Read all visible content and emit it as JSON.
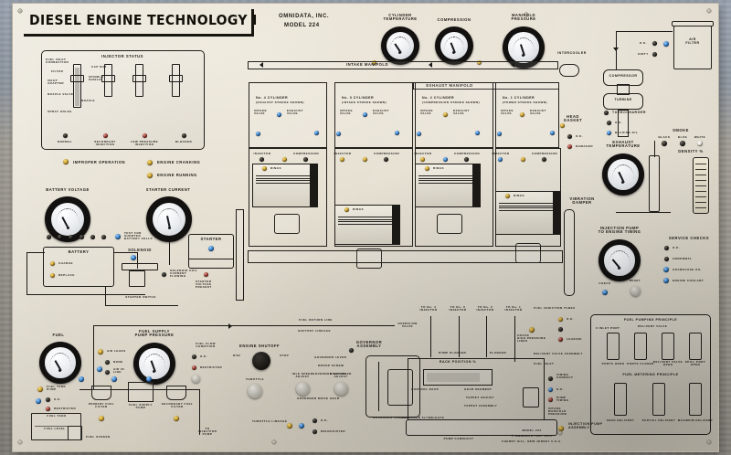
{
  "board": {
    "title": "DIESEL ENGINE TECHNOLOGY I",
    "maker": "OMNIDATA, INC.",
    "model": "MODEL 224",
    "footer_model": "MODEL 224",
    "footer_copyright": "© OMNIDATA, INC. 1975",
    "footer_address": "CHERRY HILL, NEW JERSEY U.S.A."
  },
  "top_gauges": [
    {
      "label": "CYLINDER\nTEMPERATURE",
      "name": "cylinder-temperature-gauge"
    },
    {
      "label": "COMPRESSION",
      "name": "compression-gauge"
    },
    {
      "label": "MANIFOLD\nPRESSURE",
      "name": "manifold-pressure-gauge"
    }
  ],
  "injector_panel": {
    "title": "INJECTOR STATUS",
    "part_callouts": [
      "FUEL INLET\nCONNECTION",
      "FILTER",
      "CAP NUT",
      "SPRING",
      "INLET\nADAPTER",
      "NOZZLE VALVE",
      "NOZZLE",
      "SPINDLE\nSHIELD",
      "SPRAY HOLES"
    ],
    "status_labels": [
      "NORMAL",
      "SECONDARY\nINJECTION",
      "LOW PRESSURE\nINJECTION",
      "BLOCKED"
    ],
    "status_leds": [
      "dark",
      "red",
      "red",
      "dark"
    ]
  },
  "indicators": {
    "improper_operation": "IMPROPER OPERATION",
    "engine_cranking": "ENGINE CRANKING",
    "engine_running": "ENGINE RUNNING"
  },
  "electrical": {
    "battery_voltage_label": "BATTERY VOLTAGE",
    "starter_current_label": "STARTER CURRENT",
    "battery_label": "BATTERY",
    "battery_charge": "CHARGE",
    "battery_replace": "REPLACE",
    "cell_callout": "TEST FOR\nSHORTED\nBATTERY CELLS",
    "solenoid_label": "SOLENOID",
    "starter_label": "STARTER",
    "starter_switch_label": "STARTER SWITCH",
    "solenoid_current_label": "SOLENOID COIL\nCURRENT\nFLOWING",
    "starter_voltage_label": "STARTER\nVOLTAGE\nPRESENT"
  },
  "engine": {
    "intake_manifold": "INTAKE MANIFOLD",
    "exhaust_manifold": "EXHAUST MANIFOLD",
    "cylinders": [
      {
        "name": "No. 4 CYLINDER",
        "stroke": "(EXHAUST STROKE SHOWN)"
      },
      {
        "name": "No. 3 CYLINDER",
        "stroke": "(INTAKE STROKE SHOWN)"
      },
      {
        "name": "No. 2 CYLINDER",
        "stroke": "(COMPRESSION STROKE SHOWN)"
      },
      {
        "name": "No. 1 CYLINDER",
        "stroke": "(POWER STROKE SHOWN)"
      }
    ],
    "valve_labels": [
      "INTAKE\nVALVE",
      "EXHAUST\nVALVE"
    ],
    "valve_state": "OPEN",
    "indicator_labels": [
      "INJECTOR",
      "COMPRESSION"
    ],
    "rings_label": "RINGS",
    "vibration_damper": "VIBRATION\nDAMPER",
    "head_gasket": "HEAD\nGASKET",
    "head_gasket_states": [
      "O.K.",
      "DAMAGED"
    ]
  },
  "turbo": {
    "intercooler": "INTERCOOLER",
    "compressor": "COMPRESSOR",
    "turbine": "TURBINE",
    "turbocharger": "TURBOCHARGER",
    "turbo_states": [
      "O.K.",
      "BEARING OIL"
    ],
    "air_filter": "AIR\nFILTER",
    "air_filter_states": [
      "O.K.",
      "DIRTY"
    ],
    "exhaust_temperature": "EXHAUST\nTEMPERATURE",
    "smoke_label": "SMOKE",
    "smoke_colors": [
      "BLACK",
      "BLUE",
      "WHITE"
    ],
    "density_label": "DENSITY %"
  },
  "timing": {
    "label": "INJECTION PUMP\nTO ENGINE TIMING",
    "check_button": "CHECK",
    "reset_button": "RESET",
    "service_checks_title": "SERVICE CHECKS",
    "service_checks": [
      "O.K.",
      "ABNORMAL",
      "CRANKCASE OIL",
      "ENGINE COOLANT"
    ]
  },
  "fuel_system": {
    "fuel_gauge_label": "FUEL",
    "pump_pressure_label": "FUEL SUPPLY\nPUMP PRESSURE",
    "fuel_tank": "FUEL TANK",
    "fuel_level": "FUEL LEVEL",
    "fuel_tank_pump": "FUEL TANK\nPUMP",
    "fuel_tank_states": [
      "O.K.",
      "RESTRICTED"
    ],
    "air_leaks": "AIR LEAKS",
    "air_leak_states": [
      "NONE",
      "AIR IN\nLINE"
    ],
    "fuel_flow_title": "FUEL FLOW\nCONDITION",
    "fuel_flow_states": [
      "O.K.",
      "RESTRICTED"
    ],
    "primary_filter": "PRIMARY FUEL\nFILTER",
    "secondary_filter": "SECONDARY FUEL\nFILTER",
    "supply_pump": "FUEL SUPPLY\nPUMP",
    "fuel_screen": "FUEL SCREEN",
    "to_injection_pump": "TO\nINJECTION\nPUMP",
    "fuel_return_line": "FUEL RETURN LINE",
    "overflow_valve": "OVERFLOW\nVALVE"
  },
  "governor": {
    "engine_shutoff": "ENGINE SHUTOFF",
    "shutoff_positions": [
      "RUN",
      "STOP"
    ],
    "throttle": "THROTTLE",
    "idle_speed_adjust": "IDLE SPEED\nADJUST",
    "high_speed_adjust": "HIGH SPEED\nADJUST",
    "throttle_linkage": "THROTTLE LINKAGE",
    "throttle_states": [
      "O.K.",
      "MISADJUSTED"
    ],
    "assembly_title": "GOVERNOR\nASSEMBLY",
    "shutoff_linkage": "SHUTOFF LINKAGE",
    "callouts": [
      "GOVERNOR LEVER",
      "DROOP SCREW",
      "GOVERNOR SPRING",
      "GOVERNOR LINKAGE",
      "GOVERNOR FLYWEIGHTS",
      "GOVERNOR DRIVE GEAR"
    ]
  },
  "injection_pump": {
    "title": "INJECTION PUMP\nASSEMBLY",
    "rack_position": "RACK POSITION %",
    "fuel_injection_tubes": "FUEL INJECTION TUBES",
    "tube_labels": [
      "TO No. 4\nINJECTOR",
      "TO No. 3\nINJECTOR",
      "TO No. 2\nINJECTOR",
      "TO No. 1\nINJECTOR"
    ],
    "tube_states": [
      "O.K.",
      "LEAKING"
    ],
    "crack_label": "CRACK\nHIGH PRESSURE\nLINES",
    "delivery_valve": "DELIVERY VALVE\nASSEMBLY",
    "fuel_inlet": "FUEL INLET",
    "pump_plunger": "PUMP PLUNGER",
    "plunger": "PLUNGER",
    "control_rack": "CONTROL RACK",
    "gear_segment": "GEAR SEGMENT",
    "tappet_adjust": "TAPPET ADJUST",
    "tappet_assembly": "TAPPET ASSEMBLY",
    "pump_camshaft": "PUMP CAMSHAFT",
    "timing_states": [
      "TIMING\nCORRECT",
      "O.K.",
      "PUMP\nTIMING"
    ],
    "intake_manifold_pressure": "INTAKE\nMANIFOLD\nPRESSURE"
  },
  "fuel_principles": {
    "pumping_title": "FUEL PUMPING PRINCIPLE",
    "pumping_top_labels": [
      "0 INLET PORT",
      "DELIVERY VALVE"
    ],
    "pumping_stages": [
      "PORTS OPEN",
      "PORTS CLOSED",
      "DELIVERY VALVE\nOPEN",
      "SPILL PORT\nOPEN"
    ],
    "metering_title": "FUEL METERING PRINCIPLE",
    "metering_stages": [
      "ZERO DELIVERY",
      "PARTIAL DELIVERY",
      "MAXIMUM DELIVERY"
    ]
  },
  "colors": {
    "panel": "#e6e0d2",
    "ink": "#1c1a17",
    "led_amber": "#c99a23",
    "led_blue": "#2f7fd0",
    "led_red": "#9c3327",
    "led_dark": "#26241f"
  }
}
